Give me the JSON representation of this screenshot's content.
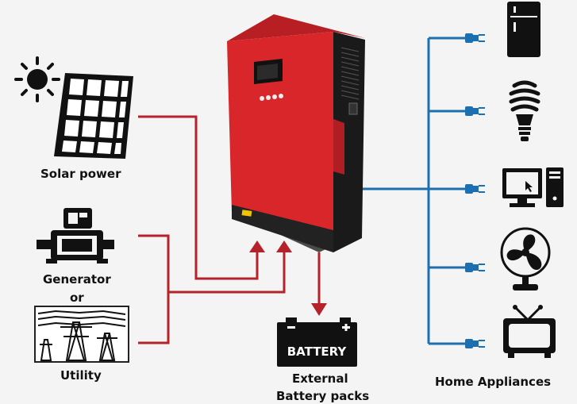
{
  "labels": {
    "solar": "Solar power",
    "generator": "Generator",
    "or": "or",
    "utility": "Utility",
    "battery_line1": "External",
    "battery_line2": "Battery packs",
    "home": "Home Appliances"
  },
  "battery_text": "BATTERY",
  "icons": [
    "sun-icon",
    "solar-panel-icon",
    "generator-icon",
    "power-tower-icon",
    "battery-icon",
    "refrigerator-icon",
    "light-bulb-icon",
    "computer-icon",
    "fan-icon",
    "tv-icon",
    "plug-icon"
  ],
  "colors": {
    "input_line": "#b5222a",
    "output_line": "#1d6fb0",
    "inverter_red": "#d8262a",
    "icon": "#111111",
    "background": "#f4f4f4"
  }
}
